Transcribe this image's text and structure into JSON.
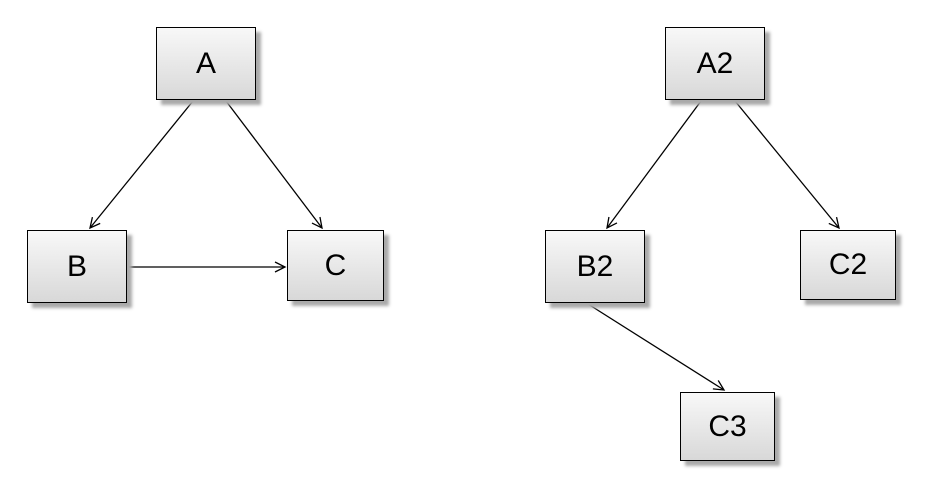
{
  "diagram": {
    "left_graph": {
      "nodes": [
        {
          "id": "A",
          "label": "A"
        },
        {
          "id": "B",
          "label": "B"
        },
        {
          "id": "C",
          "label": "C"
        }
      ],
      "edges": [
        {
          "from": "A",
          "to": "B"
        },
        {
          "from": "A",
          "to": "C"
        },
        {
          "from": "B",
          "to": "C"
        }
      ]
    },
    "right_graph": {
      "nodes": [
        {
          "id": "A2",
          "label": "A2"
        },
        {
          "id": "B2",
          "label": "B2"
        },
        {
          "id": "C2",
          "label": "C2"
        },
        {
          "id": "C3",
          "label": "C3"
        }
      ],
      "edges": [
        {
          "from": "A2",
          "to": "B2"
        },
        {
          "from": "A2",
          "to": "C2"
        },
        {
          "from": "B2",
          "to": "C3"
        }
      ]
    },
    "colors": {
      "node_fill_top": "#f8f8f8",
      "node_fill_bottom": "#d8d8d8",
      "node_border": "#000000",
      "node_shadow": "#aaaaaa",
      "edge_color": "#000000",
      "background": "#ffffff"
    }
  }
}
